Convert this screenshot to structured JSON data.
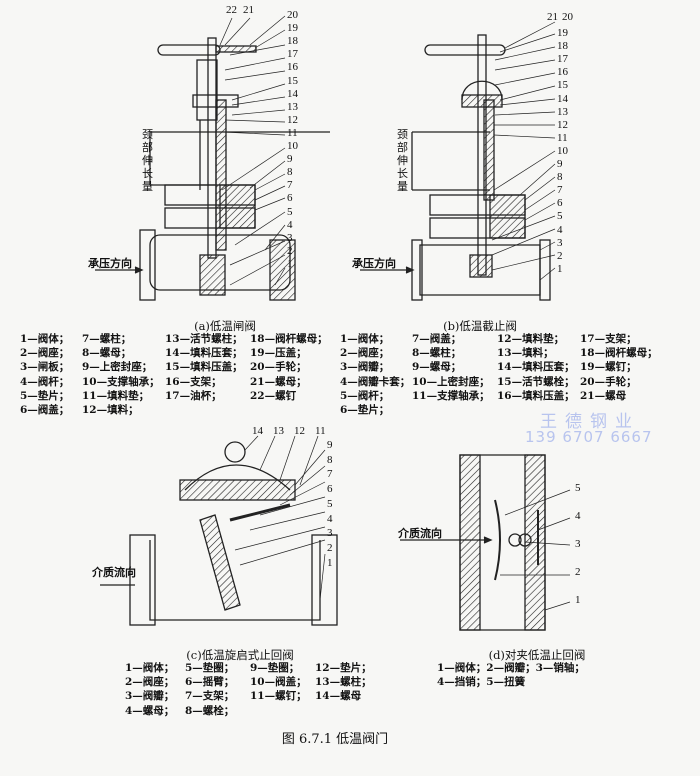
{
  "figure_caption": "图 6.7.1   低温阀门",
  "watermark": {
    "company": "王德钢业",
    "phone": "139 6707 6667"
  },
  "panel_a": {
    "caption": "(a)低温闸阀",
    "flow_label": "承压方向",
    "dimension_label": "颈部伸长量",
    "top_numbers": [
      "22",
      "21"
    ],
    "side_numbers": [
      "20",
      "19",
      "18",
      "17",
      "16",
      "15",
      "14",
      "13",
      "12",
      "11",
      "10",
      "9",
      "8",
      "7",
      "6",
      "5",
      "4",
      "3",
      "2",
      "1"
    ],
    "legend_columns": [
      [
        "1—阀体；",
        "2—阀座；",
        "3—闸板；",
        "4—阀杆；",
        "5—垫片；",
        "6—阀盖；"
      ],
      [
        "7—螺柱；",
        "8—螺母；",
        "9—上密封座；",
        "10—支撑轴承；",
        "11—填料垫；",
        "12—填料；"
      ],
      [
        "13—活节螺柱；",
        "14—填料压套；",
        "15—填料压盖；",
        "16—支架；",
        "17—油杯；"
      ],
      [
        "18—阀杆螺母；",
        "19—压盖；",
        "20—手轮；",
        "21—螺母；",
        "22—螺钉"
      ]
    ]
  },
  "panel_b": {
    "caption": "(b)低温截止阀",
    "flow_label": "承压方向",
    "dimension_label": "颈部伸长量",
    "top_numbers": [
      "21",
      "20"
    ],
    "side_numbers": [
      "19",
      "18",
      "17",
      "16",
      "15",
      "14",
      "13",
      "12",
      "11",
      "10",
      "9",
      "8",
      "7",
      "6",
      "5",
      "4",
      "3",
      "2",
      "1"
    ],
    "legend_columns": [
      [
        "1—阀体；",
        "2—阀座；",
        "3—阀瓣；",
        "4—阀瓣卡套；",
        "5—阀杆；",
        "6—垫片；"
      ],
      [
        "7—阀盖；",
        "8—螺柱；",
        "9—螺母；",
        "10—上密封座；",
        "11—支撑轴承；"
      ],
      [
        "12—填料垫；",
        "13—填料；",
        "14—填料压套；",
        "15—活节螺栓；",
        "16—填料压盖；"
      ],
      [
        "17—支架；",
        "18—阀杆螺母；",
        "19—螺钉；",
        "20—手轮；",
        "21—螺母"
      ]
    ]
  },
  "panel_c": {
    "caption": "(c)低温旋启式止回阀",
    "flow_label": "介质流向",
    "top_numbers": [
      "14",
      "13",
      "12",
      "11"
    ],
    "side_numbers": [
      "9",
      "8",
      "7",
      "6",
      "5",
      "4",
      "3",
      "2",
      "1"
    ],
    "legend_columns": [
      [
        "1—阀体；",
        "2—阀座；",
        "3—阀瓣；",
        "4—螺母；"
      ],
      [
        "5—垫圈；",
        "6—摇臂；",
        "7—支架；",
        "8—螺栓；"
      ],
      [
        "9—垫圈；",
        "10—阀盖；",
        "11—螺钉；"
      ],
      [
        "12—垫片；",
        "13—螺柱；",
        "14—螺母"
      ]
    ]
  },
  "panel_d": {
    "caption": "(d)对夹低温止回阀",
    "flow_label": "介质流向",
    "side_numbers": [
      "5",
      "4",
      "3",
      "2",
      "1"
    ],
    "legend_lines": [
      "1—阀体；2—阀瓣；3—销轴；",
      "4—挡销；5—扭簧"
    ]
  }
}
